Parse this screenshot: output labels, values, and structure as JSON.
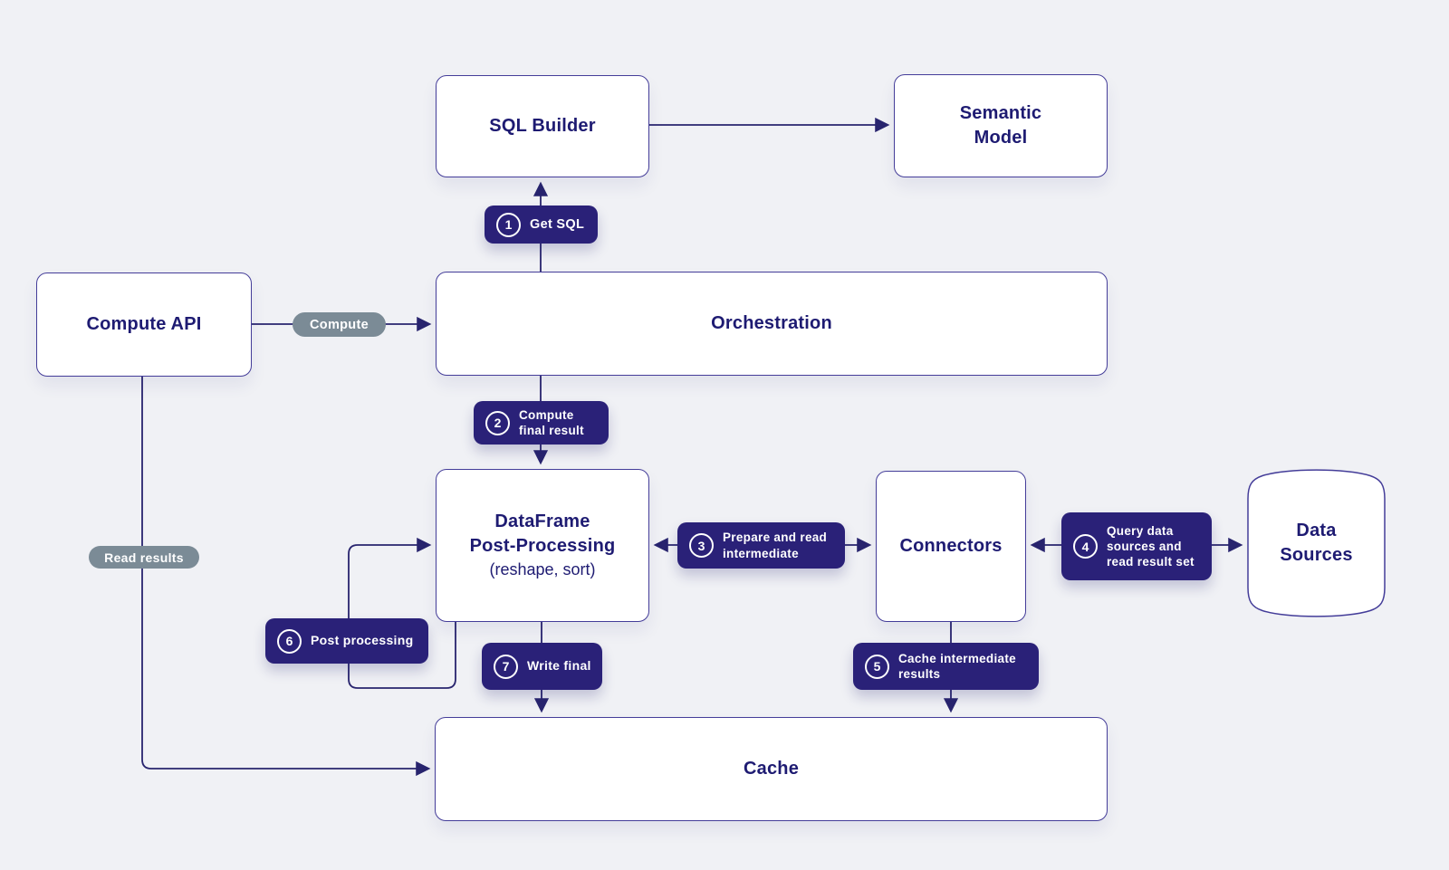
{
  "diagram": {
    "nodes": {
      "compute_api": {
        "label": "Compute API"
      },
      "sql_builder": {
        "label": "SQL Builder"
      },
      "semantic_model": {
        "line1": "Semantic",
        "line2": "Model"
      },
      "orchestration": {
        "label": "Orchestration"
      },
      "dataframe": {
        "line1": "DataFrame",
        "line2": "Post-Processing",
        "subtitle": "(reshape, sort)"
      },
      "connectors": {
        "label": "Connectors"
      },
      "data_sources": {
        "line1": "Data",
        "line2": "Sources"
      },
      "cache": {
        "label": "Cache"
      }
    },
    "steps": {
      "s1": {
        "num": "1",
        "line1": "Get SQL"
      },
      "s2": {
        "num": "2",
        "line1": "Compute",
        "line2": "final result"
      },
      "s3": {
        "num": "3",
        "line1": "Prepare and read",
        "line2": "intermediate"
      },
      "s4": {
        "num": "4",
        "line1": "Query data",
        "line2": "sources and",
        "line3": "read result set"
      },
      "s5": {
        "num": "5",
        "line1": "Cache intermediate",
        "line2": "results"
      },
      "s6": {
        "num": "6",
        "line1": "Post processing"
      },
      "s7": {
        "num": "7",
        "line1": "Write final"
      }
    },
    "edge_labels": {
      "compute": "Compute",
      "read_results": "Read results"
    },
    "colors": {
      "background": "#f0f1f5",
      "node_border": "#443d99",
      "node_text": "#1e1b72",
      "badge_background": "#2a2178",
      "badge_text": "#ffffff",
      "pill_background": "#7b8b96",
      "arrow": "#28246e"
    }
  }
}
